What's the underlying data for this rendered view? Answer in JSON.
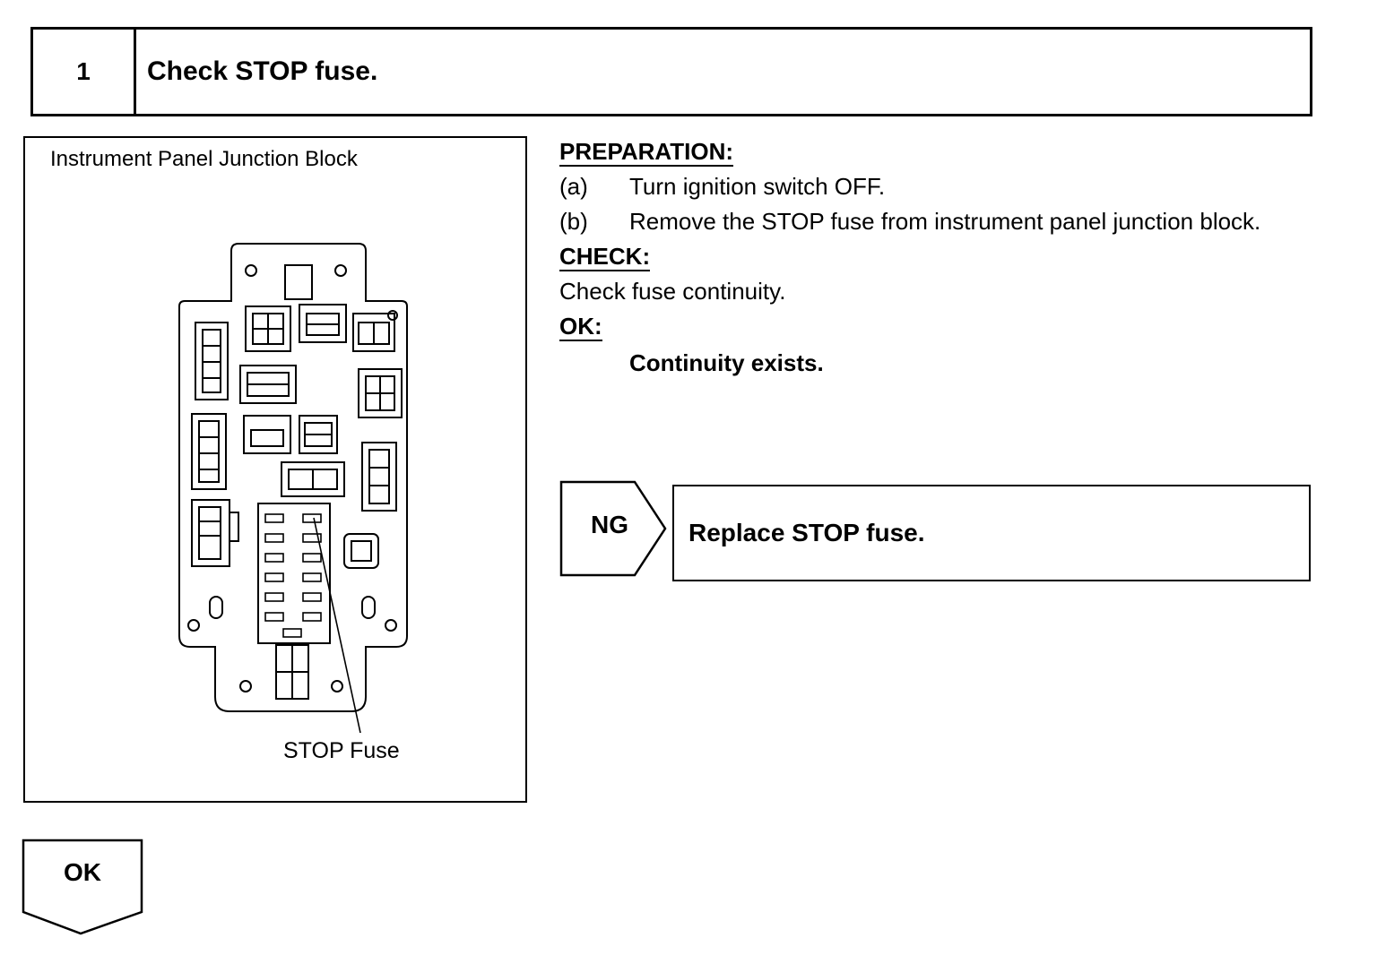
{
  "step": {
    "number": "1",
    "title": "Check STOP fuse."
  },
  "figure": {
    "caption": "Instrument Panel Junction Block",
    "fuse_label": "STOP Fuse"
  },
  "preparation": {
    "heading": "PREPARATION:",
    "items": [
      {
        "label": "(a)",
        "text": "Turn ignition switch OFF."
      },
      {
        "label": "(b)",
        "text": "Remove the STOP fuse from instrument panel junction block."
      }
    ]
  },
  "check": {
    "heading": "CHECK:",
    "text": "Check fuse continuity."
  },
  "ok_section": {
    "heading": "OK:",
    "value": "Continuity exists."
  },
  "ng_result": {
    "label": "NG",
    "action": "Replace STOP fuse."
  },
  "ok_result": {
    "label": "OK"
  }
}
